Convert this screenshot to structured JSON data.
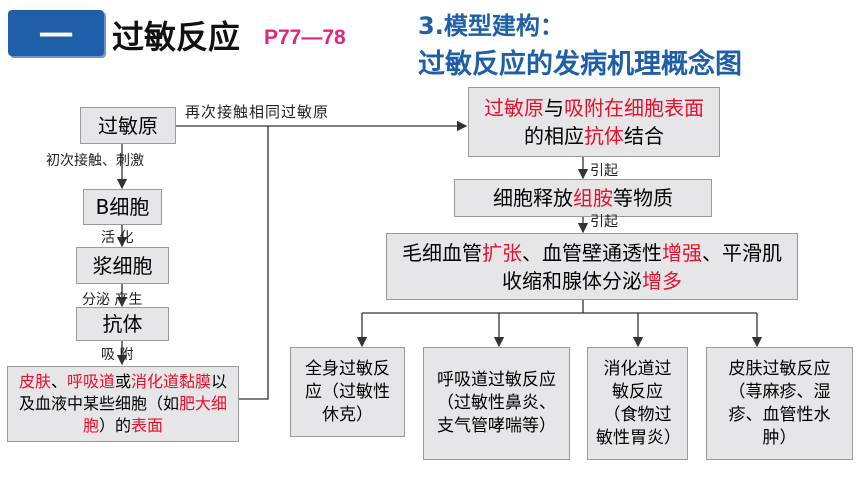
{
  "header": {
    "badge": "一",
    "section_title": "过敏反应",
    "pages": "P77—78",
    "heading_line1": "3.模型建构：",
    "heading_line2": "过敏反应的发病机理概念图"
  },
  "left_chain": {
    "allergen": "过敏原",
    "step1_label": "初次接触、刺激",
    "b_cell": "B细胞",
    "step2_label": "活  化",
    "plasma_cell": "浆细胞",
    "step3_label": "分泌  产生",
    "antibody": "抗体",
    "step4_label": "吸  附",
    "cells": {
      "p1": "皮肤",
      "p2": "、",
      "p3": "呼吸道",
      "p4": "或",
      "p5": "消化道黏膜",
      "p6": "以及血液中某些细胞（如",
      "p7": "肥大细胞",
      "p8": "）的",
      "p9": "表面"
    }
  },
  "connector_label": "再次接触相同过敏原",
  "right_chain": {
    "bind": {
      "p1": "过敏原",
      "p2": "与",
      "p3": "吸附在细胞表面",
      "p4": "的相应",
      "p5": "抗体",
      "p6": "结合"
    },
    "cause1": "引起",
    "release": {
      "p1": "细胞释放",
      "p2": "组胺",
      "p3": "等物质"
    },
    "cause2": "引起",
    "effects": {
      "p1": "毛细血管",
      "p2": "扩张",
      "p3": "、血管壁通透性",
      "p4": "增强",
      "p5": "、平滑肌收缩和腺体分泌",
      "p6": "增多"
    }
  },
  "reactions": [
    "全身过敏反应（过敏性休克）",
    "呼吸道过敏反应（过敏性鼻炎、支气管哮喘等）",
    "消化道过敏反应（食物过敏性胃炎）",
    "皮肤过敏反应（荨麻疹、湿疹、血管性水肿）"
  ],
  "colors": {
    "accent_blue": "#1f5fa8",
    "highlight_red": "#e8102a",
    "pages_pink": "#e0267e",
    "box_fill": "#e6e6e8"
  }
}
